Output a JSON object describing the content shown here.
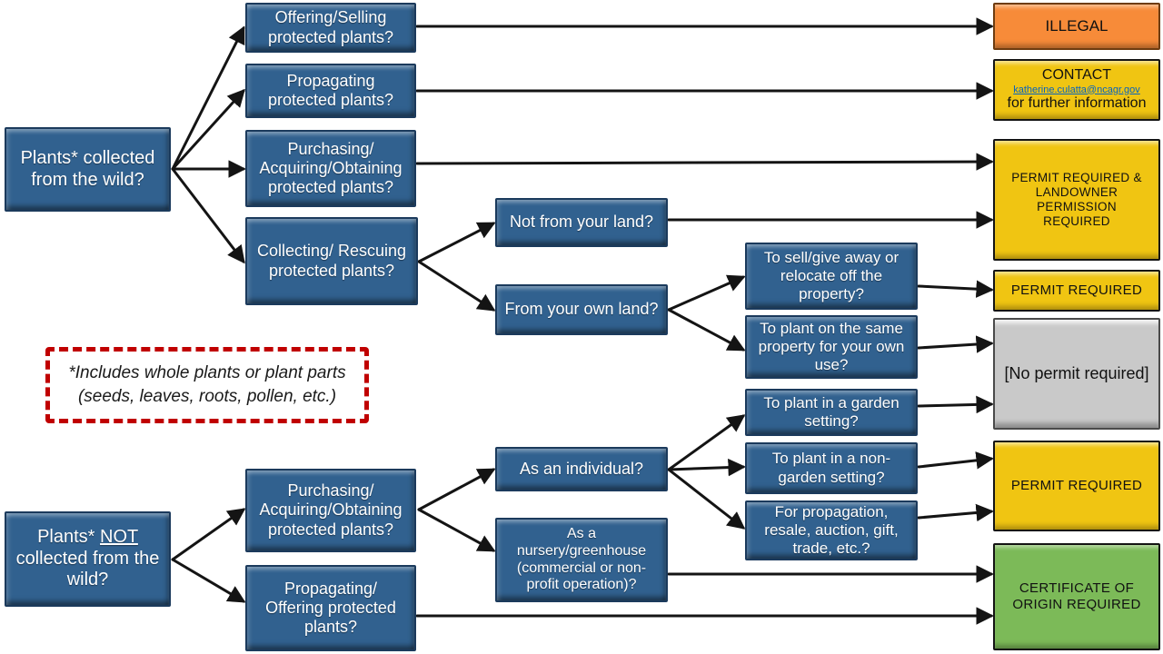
{
  "nodes": {
    "collected": "Plants* collected from the wild?",
    "not_collected": {
      "p1": "Plants* ",
      "p2": "NOT",
      "p3": " collected from the wild?"
    },
    "offering": "Offering/Selling protected plants?",
    "propagating": "Propagating protected plants?",
    "purchasing_wild": "Purchasing/ Acquiring/Obtaining protected plants?",
    "collecting": "Collecting/ Rescuing protected plants?",
    "not_from_land": "Not from your land?",
    "from_own_land": "From your own land?",
    "purchasing_not_wild": "Purchasing/ Acquiring/Obtaining protected plants?",
    "propagating_offering": "Propagating/ Offering protected plants?",
    "as_individual": "As an individual?",
    "as_nursery": "As a nursery/greenhouse (commercial or non-profit operation)?",
    "to_sell": "To sell/give away or relocate off the property?",
    "to_plant_same": "To plant on the same property for your own use?",
    "garden": "To plant in a garden setting?",
    "non_garden": "To plant in a non-garden setting?",
    "propagation_resale": "For propagation, resale, auction, gift, trade, etc.?"
  },
  "outcomes": {
    "illegal": "ILLEGAL",
    "contact_title": "CONTACT",
    "contact_email": "katherine.culatta@ncagr.gov",
    "contact_sub": "for further information",
    "permit_landowner": "PERMIT REQUIRED & LANDOWNER PERMISSION REQUIRED",
    "permit_1": "PERMIT REQUIRED",
    "no_permit": "[No permit required]",
    "permit_2": "PERMIT REQUIRED",
    "certificate": "CERTIFICATE OF ORIGIN REQUIRED"
  },
  "note": {
    "line1": "*Includes whole plants or plant parts",
    "line2": "(seeds, leaves, roots, pollen, etc.)"
  },
  "edges": [
    {
      "from": "collected",
      "to": "offering"
    },
    {
      "from": "collected",
      "to": "propagating"
    },
    {
      "from": "collected",
      "to": "purchasing_wild"
    },
    {
      "from": "collected",
      "to": "collecting"
    },
    {
      "from": "offering",
      "to": "illegal"
    },
    {
      "from": "propagating",
      "to": "contact"
    },
    {
      "from": "purchasing_wild",
      "to": "permit_landowner"
    },
    {
      "from": "collecting",
      "to": "not_from_land"
    },
    {
      "from": "collecting",
      "to": "from_own_land"
    },
    {
      "from": "not_from_land",
      "to": "permit_landowner"
    },
    {
      "from": "from_own_land",
      "to": "to_sell"
    },
    {
      "from": "from_own_land",
      "to": "to_plant_same"
    },
    {
      "from": "to_sell",
      "to": "permit_1"
    },
    {
      "from": "to_plant_same",
      "to": "no_permit"
    },
    {
      "from": "garden",
      "to": "no_permit"
    },
    {
      "from": "non_garden",
      "to": "permit_2"
    },
    {
      "from": "propagation_resale",
      "to": "permit_2"
    },
    {
      "from": "not_collected",
      "to": "purchasing_not_wild"
    },
    {
      "from": "not_collected",
      "to": "propagating_offering"
    },
    {
      "from": "purchasing_not_wild",
      "to": "as_individual"
    },
    {
      "from": "purchasing_not_wild",
      "to": "as_nursery"
    },
    {
      "from": "as_individual",
      "to": "garden"
    },
    {
      "from": "as_individual",
      "to": "non_garden"
    },
    {
      "from": "as_individual",
      "to": "propagation_resale"
    },
    {
      "from": "as_nursery",
      "to": "certificate"
    },
    {
      "from": "propagating_offering",
      "to": "certificate"
    }
  ],
  "colors": {
    "question_fill": "#31618F",
    "question_border": "#1b3a5c",
    "illegal_fill": "#F78B39",
    "permit_fill": "#F0C512",
    "no_permit_fill": "#C9C9C9",
    "certificate_fill": "#7CBA58",
    "note_border": "#C00000",
    "email_link": "#0563C1",
    "arrow": "#141414"
  }
}
